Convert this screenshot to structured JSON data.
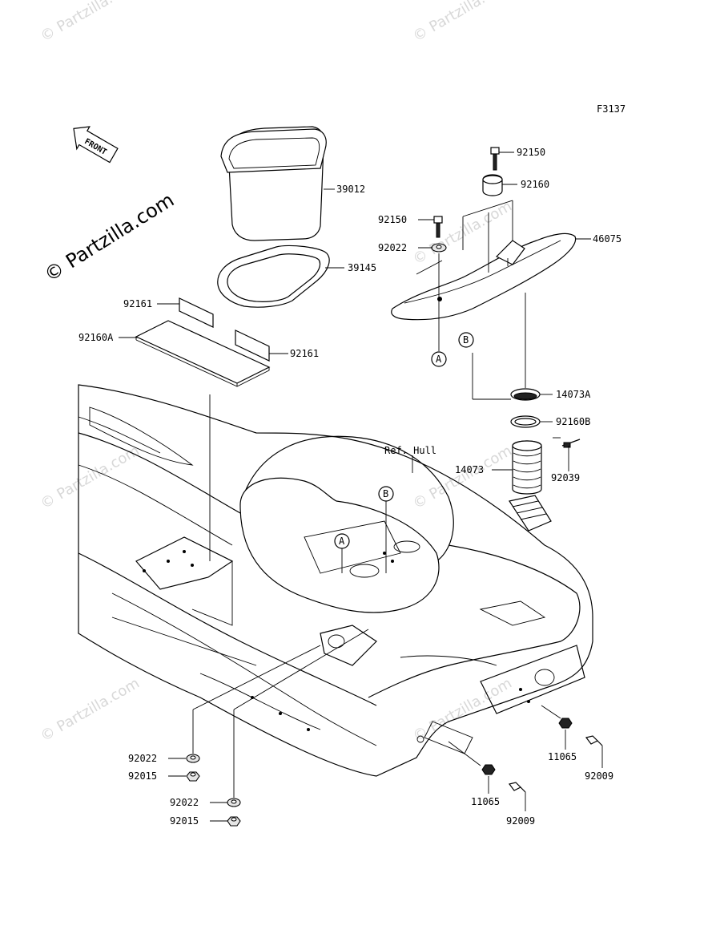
{
  "figure_code": "F3137",
  "front_label": "FRONT",
  "ref_hull_label": "Ref. Hull",
  "markers": {
    "a": "A",
    "b": "B"
  },
  "watermark_main": "© Partzilla.com",
  "watermark_faint": "© Partzilla.com",
  "parts": {
    "p39012": "39012",
    "p39145": "39145",
    "p92161_top": "92161",
    "p92161_bottom": "92161",
    "p92160A": "92160A",
    "p92150_top": "92150",
    "p92160": "92160",
    "p92150_mid": "92150",
    "p92022_top": "92022",
    "p46075": "46075",
    "p14073A": "14073A",
    "p92160B": "92160B",
    "p14073": "14073",
    "p92039": "92039",
    "p92022_left1": "92022",
    "p92015_left1": "92015",
    "p92022_left2": "92022",
    "p92015_left2": "92015",
    "p11065_right": "11065",
    "p92009_right": "92009",
    "p11065_mid": "11065",
    "p92009_mid": "92009"
  }
}
